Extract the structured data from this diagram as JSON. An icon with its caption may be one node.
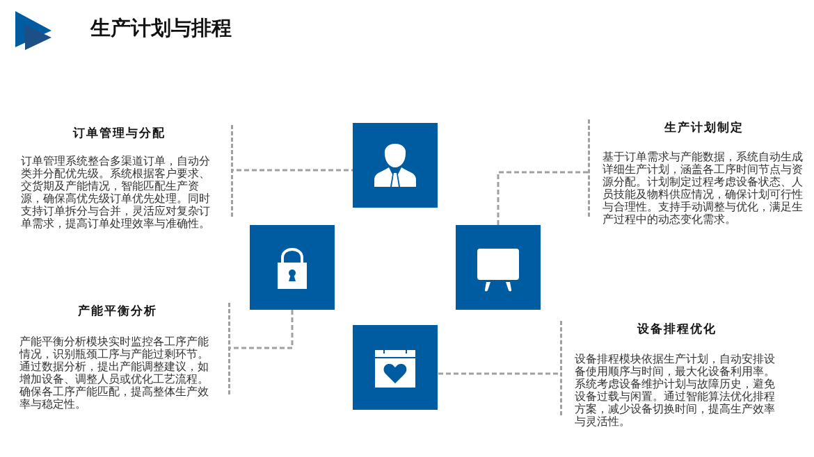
{
  "diagram": {
    "title": "生产计划与排程",
    "nodes": [
      {
        "text": [
          "订单管理与分配",
          "订单管理系统整合多渠道订单，自动分类并分配优先级。系统根据客户要求、交货期及产能情况，智能匹配生产资源，确保高优先级订单优先处理。同时支持订单拆分与合并，灵活应对复杂订单需求，提高订单处理效率与准确性。"
        ]
      },
      {
        "text": [],
        "shape": "box"
      },
      {
        "text": [
          "生产计划制定",
          "基于订单需求与产能数据，系统自动生成详细生产计划，涵盖各工序时间节点与资源分配。计划制定过程考虑设备状态、人员技能及物料供应情况，确保计划可行性与合理性。支持手动调整与优化，满足生产过程中的动态变化需求。"
        ]
      },
      {
        "text": [],
        "shape": "box"
      },
      {
        "text": [],
        "shape": "box"
      },
      {
        "text": [
          "产能平衡分析",
          "产能平衡分析模块实时监控各工序产能情况，识别瓶颈工序与产能过剩环节。通过数据分析，提出产能调整建议，如增加设备、调整人员或优化工艺流程。确保各工序产能匹配，提高整体生产效率与稳定性。"
        ]
      },
      {
        "text": [
          "设备排程优化",
          "设备排程模块依据生产计划，自动安排设备使用顺序与时间，最大化设备利用率。系统考虑设备维护计划与故障历史，避免设备过载与闲置。通过智能算法优化排程方案，减少设备切换时间，提高生产效率与灵活性。"
        ]
      },
      {
        "text": [],
        "shape": "box"
      }
    ],
    "edges": [
      {
        "from": 1,
        "to": 0,
        "arrow": "none",
        "style": "dashed"
      },
      {
        "from": 4,
        "to": 2,
        "arrow": "none",
        "style": "dashed"
      },
      {
        "from": 3,
        "to": 5,
        "arrow": "none",
        "style": "dashed"
      },
      {
        "from": 7,
        "to": 6,
        "arrow": "none",
        "style": "dashed"
      }
    ]
  }
}
